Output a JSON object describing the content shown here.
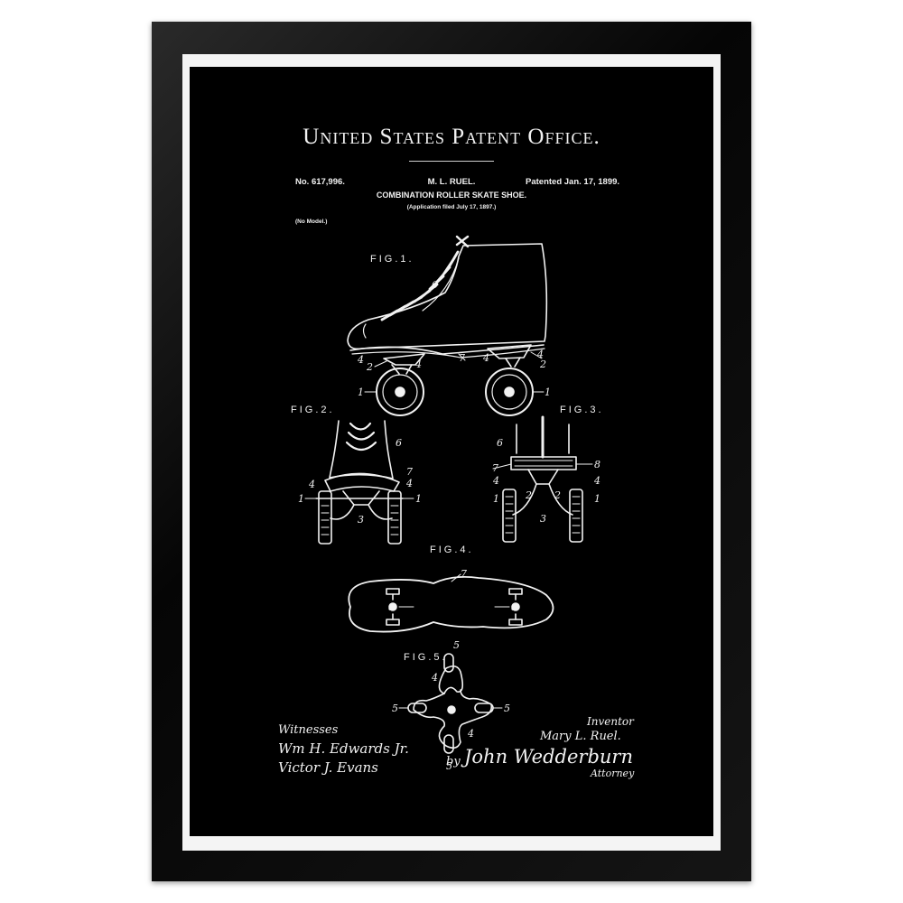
{
  "header": {
    "office": "United States Patent Office.",
    "number": "No. 617,996.",
    "inventor": "M. L. RUEL.",
    "patented": "Patented Jan. 17, 1899.",
    "invention": "COMBINATION ROLLER SKATE SHOE.",
    "application": "(Application filed July 17, 1897.)",
    "model": "(No Model.)"
  },
  "figures": {
    "fig1": "FIG.1.",
    "fig2": "FIG.2.",
    "fig3": "FIG.3.",
    "fig4": "FIG.4.",
    "fig5": "FIG.5."
  },
  "labels": {
    "one": "1",
    "two": "2",
    "three": "3",
    "four": "4",
    "five": "5",
    "six": "6",
    "seven": "7",
    "eight": "8"
  },
  "signatures": {
    "witnesses_label": "Witnesses",
    "witness_1": "Wm H. Edwards Jr.",
    "witness_2": "Victor J. Evans",
    "inventor_label": "Inventor",
    "inventor_name": "Mary L. Ruel.",
    "by": "by",
    "attorney_name": "John Wedderburn",
    "attorney_label": "Attorney"
  },
  "colors": {
    "frame": "#0a0a0a",
    "mat": "#f4f4f4",
    "poster": "#000000",
    "ink": "#f2f2f2"
  }
}
